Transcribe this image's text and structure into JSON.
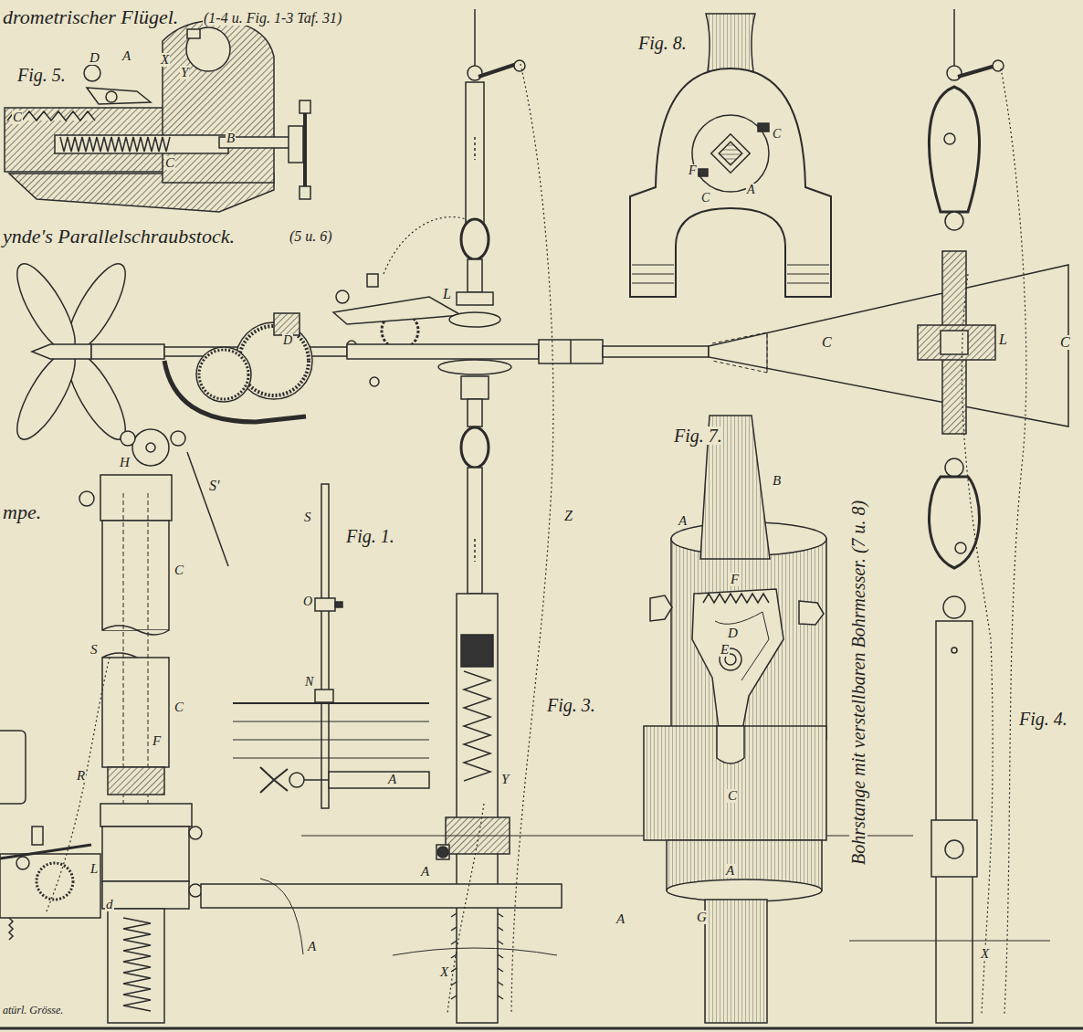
{
  "diagram": {
    "labels": [
      "drometrischer Flügel.",
      "(1-4 u. Fig. 1-3 Taf. 31)",
      "Fig. 5.",
      "D",
      "A",
      "X",
      "Y",
      "C",
      "B",
      "C",
      "ynde's Parallelschraubstock.",
      "(5 u. 6)",
      "L",
      "D",
      "C",
      "C",
      "L",
      "Fig. 8.",
      "C",
      "F",
      "C",
      "A",
      "Fig. 7.",
      "B",
      "A",
      "F",
      "D",
      "E",
      "C",
      "A",
      "G",
      "H",
      "S'",
      "mpe.",
      "C",
      "S",
      "C",
      "F",
      "R",
      "L",
      "d",
      "S",
      "Fig. 1.",
      "O",
      "N",
      "A",
      "Z",
      "Fig. 3.",
      "Y",
      "A",
      "A",
      "X",
      "A",
      "Bohrstange mit verstellbaren Bohrmesser. (7 u. 8)",
      "Fig. 4.",
      "X",
      "atürl. Grösse."
    ]
  }
}
